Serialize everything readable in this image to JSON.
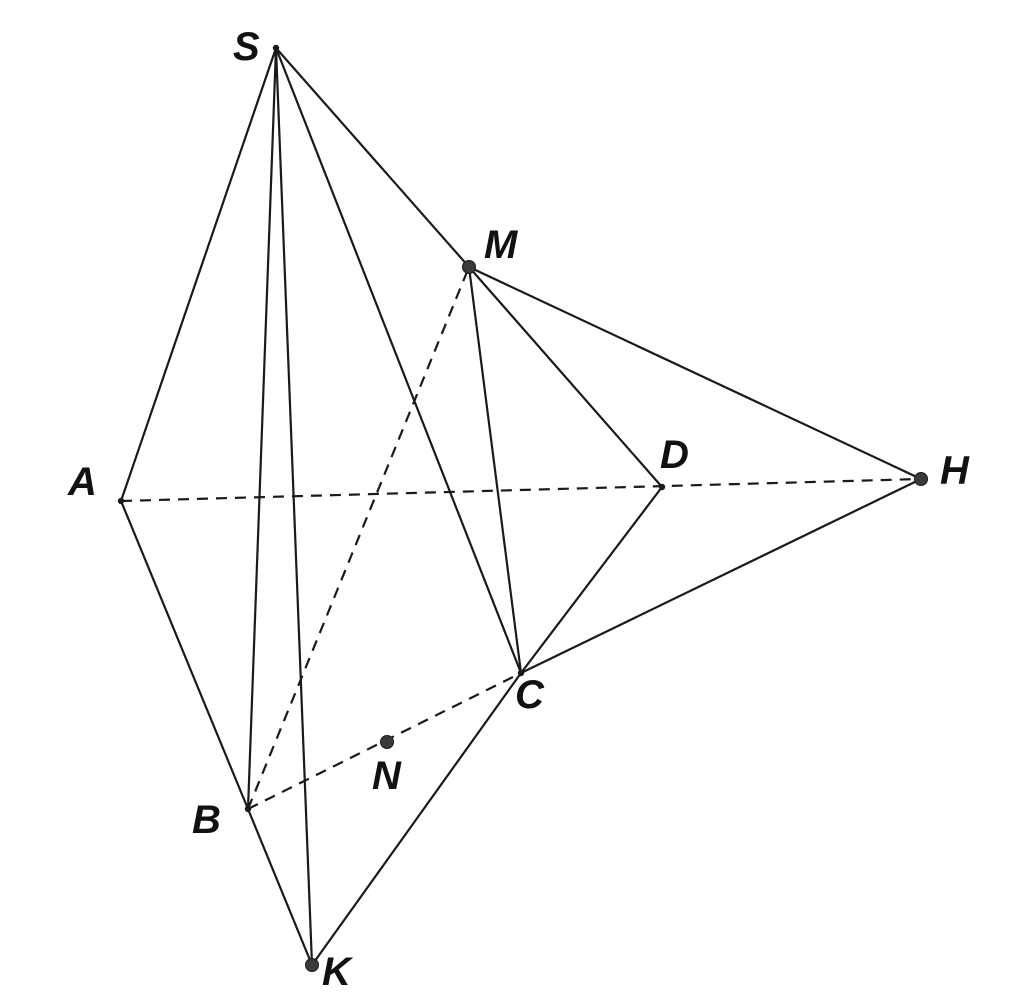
{
  "diagram": {
    "points": [
      {
        "id": "S",
        "label": "S",
        "marker": "small"
      },
      {
        "id": "M",
        "label": "M",
        "marker": "large"
      },
      {
        "id": "A",
        "label": "A",
        "marker": "small"
      },
      {
        "id": "D",
        "label": "D",
        "marker": "small"
      },
      {
        "id": "H",
        "label": "H",
        "marker": "large"
      },
      {
        "id": "C",
        "label": "C",
        "marker": "small"
      },
      {
        "id": "N",
        "label": "N",
        "marker": "large"
      },
      {
        "id": "B",
        "label": "B",
        "marker": "small"
      },
      {
        "id": "K",
        "label": "K",
        "marker": "large"
      }
    ],
    "segments": [
      {
        "from": "S",
        "to": "A",
        "style": "solid"
      },
      {
        "from": "S",
        "to": "B",
        "style": "solid"
      },
      {
        "from": "S",
        "to": "K",
        "style": "solid"
      },
      {
        "from": "S",
        "to": "C",
        "style": "solid"
      },
      {
        "from": "S",
        "to": "M",
        "style": "solid"
      },
      {
        "from": "M",
        "to": "D",
        "style": "solid"
      },
      {
        "from": "M",
        "to": "C",
        "style": "solid"
      },
      {
        "from": "M",
        "to": "H",
        "style": "solid"
      },
      {
        "from": "A",
        "to": "B",
        "style": "solid"
      },
      {
        "from": "B",
        "to": "K",
        "style": "solid"
      },
      {
        "from": "K",
        "to": "C",
        "style": "solid"
      },
      {
        "from": "C",
        "to": "D",
        "style": "solid"
      },
      {
        "from": "C",
        "to": "H",
        "style": "solid"
      },
      {
        "from": "A",
        "to": "H",
        "style": "dashed"
      },
      {
        "from": "B",
        "to": "M",
        "style": "dashed"
      },
      {
        "from": "B",
        "to": "C",
        "style": "dashed"
      }
    ]
  }
}
